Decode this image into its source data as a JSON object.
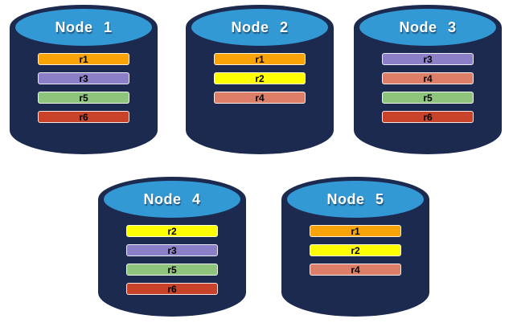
{
  "palette": {
    "cylinder_body": "#1B2A4E",
    "cylinder_cap": "#3399D5",
    "node_label_color": "#FFFFFF",
    "replica_label_color": "#000000",
    "background": "#FFFFFF"
  },
  "replica_colors": {
    "r1": "#F9A306",
    "r2": "#FFFF00",
    "r3": "#8B7FC7",
    "r4": "#DD7F68",
    "r5": "#8FC47D",
    "r6": "#C8432A"
  },
  "nodes": [
    {
      "label": "Node 1",
      "replicas": [
        "r1",
        "r3",
        "r5",
        "r6"
      ]
    },
    {
      "label": "Node 2",
      "replicas": [
        "r1",
        "r2",
        "r4"
      ]
    },
    {
      "label": "Node 3",
      "replicas": [
        "r3",
        "r4",
        "r5",
        "r6"
      ]
    },
    {
      "label": "Node 4",
      "replicas": [
        "r2",
        "r3",
        "r5",
        "r6"
      ]
    },
    {
      "label": "Node 5",
      "replicas": [
        "r1",
        "r2",
        "r4"
      ]
    }
  ]
}
